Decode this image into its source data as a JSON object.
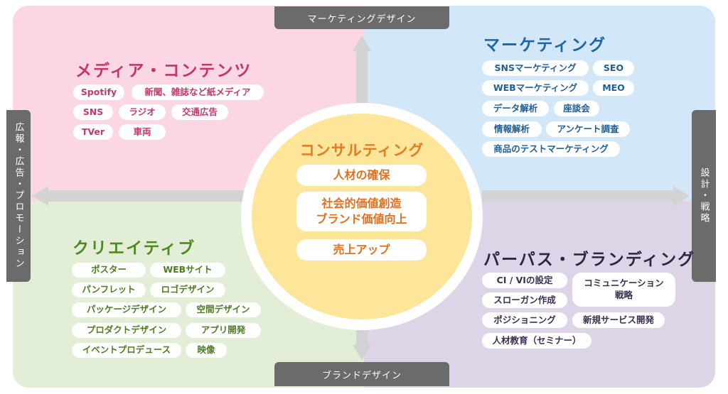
{
  "center": {
    "title": "コンサルティング",
    "items": [
      "人材の確保",
      "社会的価値創造",
      "ブランド価値向上",
      "売上アップ"
    ]
  },
  "axes": {
    "top": "マーケティングデザイン",
    "bottom": "ブランドデザイン",
    "left": "広報・広告・プロモーション",
    "right": "設計・戦略"
  },
  "quadrants": {
    "media": {
      "title": "メディア・コンテンツ",
      "items": [
        "Spotify",
        "新聞、雑誌など紙メディア",
        "SNS",
        "ラジオ",
        "交通広告",
        "TVer",
        "車両"
      ]
    },
    "marketing": {
      "title": "マーケティング",
      "items": [
        "SNSマーケティング",
        "SEO",
        "WEBマーケティング",
        "MEO",
        "データ解析",
        "座談会",
        "情報解析",
        "アンケート調査",
        "商品のテストマーケティング"
      ]
    },
    "creative": {
      "title": "クリエイティブ",
      "items": [
        "ポスター",
        "WEBサイト",
        "パンフレット",
        "ロゴデザイン",
        "パッケージデザイン",
        "空間デザイン",
        "プロダクトデザイン",
        "アプリ開発",
        "イベントプロデュース",
        "映像"
      ]
    },
    "branding": {
      "title": "パーパス・ブランディング",
      "items": [
        "CI / VIの設定",
        "コミュニケーション",
        "戦略",
        "スローガン作成",
        "ポジショニング",
        "新規サービス開発",
        "人材教育（セミナー）"
      ]
    }
  },
  "colors": {
    "media": "#fbd7e4",
    "marketing": "#d2e8f8",
    "creative": "#e2efd6",
    "branding": "#ddd5e7",
    "center": "#fde59a",
    "accent_orange": "#e47c22",
    "tab": "#6b6b6b",
    "arrow": "#d3d3d3"
  }
}
